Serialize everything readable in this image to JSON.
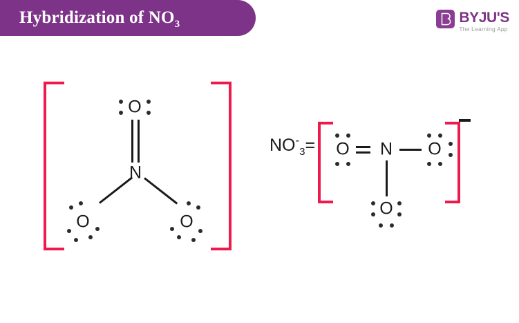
{
  "header": {
    "title_main": "Hybridization of NO",
    "title_subscript": "3",
    "banner_color": "#7d3387"
  },
  "logo": {
    "mark_letter": "B",
    "brand": "BYJU'S",
    "tagline": "The Learning App",
    "brand_color": "#7d3387",
    "tagline_color": "#9a9a9a"
  },
  "diagram": {
    "bracket_color": "#ee1a4d",
    "atom_color": "#1a1a1a",
    "left_structure": {
      "caption": "",
      "atoms": [
        {
          "label": "O",
          "position": "top",
          "lone_pair_dots": 4
        },
        {
          "label": "N",
          "position": "center",
          "lone_pair_dots": 0
        },
        {
          "label": "O",
          "position": "bottom-left",
          "lone_pair_dots": 6
        },
        {
          "label": "O",
          "position": "bottom-right",
          "lone_pair_dots": 6
        }
      ],
      "bonds": [
        {
          "from": "N",
          "to": "O-top",
          "order": 2
        },
        {
          "from": "N",
          "to": "O-bottom-left",
          "order": 1
        },
        {
          "from": "N",
          "to": "O-bottom-right",
          "order": 1
        }
      ]
    },
    "right_structure": {
      "formula_main": "NO",
      "formula_subscript": "3",
      "formula_superscript": "-",
      "equals_sign": "=",
      "charge_label": "−",
      "atoms": [
        {
          "label": "O",
          "position": "left",
          "lone_pair_dots": 4
        },
        {
          "label": "N",
          "position": "center",
          "lone_pair_dots": 0
        },
        {
          "label": "O",
          "position": "right",
          "lone_pair_dots": 6
        },
        {
          "label": "O",
          "position": "bottom",
          "lone_pair_dots": 6
        }
      ],
      "bonds": [
        {
          "from": "O-left",
          "to": "N",
          "order": 2,
          "symbol": "="
        },
        {
          "from": "N",
          "to": "O-right",
          "order": 1,
          "symbol": "—"
        },
        {
          "from": "N",
          "to": "O-bottom",
          "order": 1,
          "symbol": "|"
        }
      ]
    }
  }
}
